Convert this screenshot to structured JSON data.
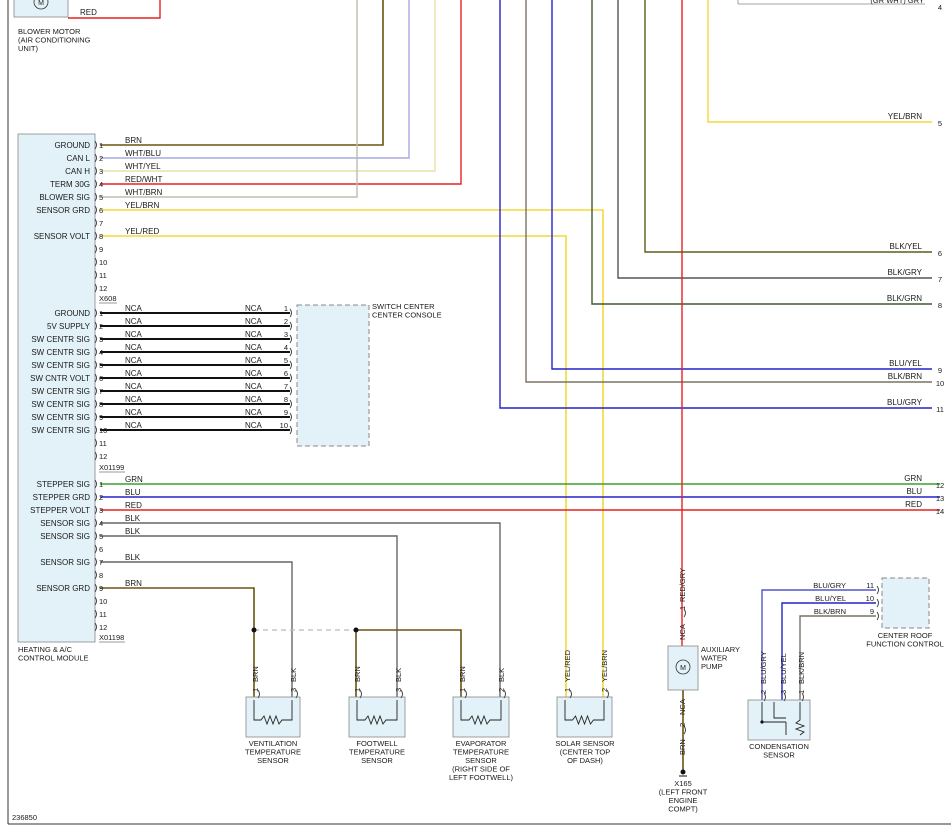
{
  "figure_id": "236850",
  "colors": {
    "brn": "#6b5410",
    "wht": "#bdbdae",
    "wht_blu": "#a8a8e0",
    "wht_yel": "#e6e2a8",
    "red": "#e52222",
    "yel": "#f2d83a",
    "blk": "#111111",
    "gry": "#666666",
    "blk_yel": "#5d5e1a",
    "blk_grn": "#3f5a2b",
    "blu": "#2323cc",
    "grn": "#38a12a",
    "blk_brn": "#7c7266",
    "blu_gry": "#5555cc",
    "module": "#e3f2f8"
  },
  "top": {
    "blower_label_lines": [
      "BLOWER MOTOR",
      "(AIR CONDITIONING",
      "UNIT)"
    ],
    "red_wire_label": "RED",
    "top_right_label": "(GR WHT)   GRY",
    "top_right_pin": "4"
  },
  "module": {
    "name_lines": [
      "HEATING & A/C",
      "CONTROL MODULE"
    ],
    "x608": {
      "name": "X608",
      "rows": [
        {
          "pin": "1",
          "label": "GROUND",
          "wire": "BRN"
        },
        {
          "pin": "2",
          "label": "CAN L",
          "wire": "WHT/BLU"
        },
        {
          "pin": "3",
          "label": "CAN H",
          "wire": "WHT/YEL"
        },
        {
          "pin": "4",
          "label": "TERM 30G",
          "wire": "RED/WHT"
        },
        {
          "pin": "5",
          "label": "BLOWER SIG",
          "wire": "WHT/BRN"
        },
        {
          "pin": "6",
          "label": "SENSOR GRD",
          "wire": "YEL/BRN"
        },
        {
          "pin": "7",
          "label": "",
          "wire": ""
        },
        {
          "pin": "8",
          "label": "SENSOR VOLT",
          "wire": "YEL/RED"
        },
        {
          "pin": "9",
          "label": "",
          "wire": ""
        },
        {
          "pin": "10",
          "label": "",
          "wire": ""
        },
        {
          "pin": "11",
          "label": "",
          "wire": ""
        },
        {
          "pin": "12",
          "label": "",
          "wire": ""
        }
      ]
    },
    "x01199": {
      "name": "X01199",
      "rows": [
        {
          "pin": "1",
          "label": "GROUND",
          "wire": "NCA"
        },
        {
          "pin": "2",
          "label": "5V SUPPLY",
          "wire": "NCA"
        },
        {
          "pin": "3",
          "label": "SW CENTR SIG",
          "wire": "NCA"
        },
        {
          "pin": "4",
          "label": "SW CENTR SIG",
          "wire": "NCA"
        },
        {
          "pin": "5",
          "label": "SW CENTR SIG",
          "wire": "NCA"
        },
        {
          "pin": "6",
          "label": "SW CNTR VOLT",
          "wire": "NCA"
        },
        {
          "pin": "7",
          "label": "SW CENTR SIG",
          "wire": "NCA"
        },
        {
          "pin": "8",
          "label": "SW CENTR SIG",
          "wire": "NCA"
        },
        {
          "pin": "9",
          "label": "SW CENTR SIG",
          "wire": "NCA"
        },
        {
          "pin": "10",
          "label": "SW CENTR SIG",
          "wire": "NCA"
        },
        {
          "pin": "11",
          "label": "",
          "wire": ""
        },
        {
          "pin": "12",
          "label": "",
          "wire": ""
        }
      ]
    },
    "x01198": {
      "name": "X01198",
      "rows": [
        {
          "pin": "1",
          "label": "STEPPER SIG",
          "wire": "GRN"
        },
        {
          "pin": "2",
          "label": "STEPPER GRD",
          "wire": "BLU"
        },
        {
          "pin": "3",
          "label": "STEPPER VOLT",
          "wire": "RED"
        },
        {
          "pin": "4",
          "label": "SENSOR SIG",
          "wire": "BLK"
        },
        {
          "pin": "5",
          "label": "SENSOR SIG",
          "wire": "BLK"
        },
        {
          "pin": "6",
          "label": "",
          "wire": ""
        },
        {
          "pin": "7",
          "label": "SENSOR SIG",
          "wire": "BLK"
        },
        {
          "pin": "8",
          "label": "",
          "wire": ""
        },
        {
          "pin": "9",
          "label": "SENSOR GRD",
          "wire": "BRN"
        },
        {
          "pin": "10",
          "label": "",
          "wire": ""
        },
        {
          "pin": "11",
          "label": "",
          "wire": ""
        },
        {
          "pin": "12",
          "label": "",
          "wire": ""
        }
      ]
    }
  },
  "switch_center": {
    "name_lines": [
      "SWITCH CENTER",
      "CENTER CONSOLE"
    ],
    "wire": "NCA",
    "pins": [
      "1",
      "2",
      "3",
      "4",
      "5",
      "6",
      "7",
      "8",
      "9",
      "10"
    ]
  },
  "right_labels": [
    {
      "wire": "YEL/BRN",
      "num": "5"
    },
    {
      "wire": "BLK/YEL",
      "num": "6"
    },
    {
      "wire": "BLK/GRY",
      "num": "7"
    },
    {
      "wire": "BLK/GRN",
      "num": "8"
    },
    {
      "wire": "BLU/YEL",
      "num": "9"
    },
    {
      "wire": "BLK/BRN",
      "num": "10"
    },
    {
      "wire": "BLU/GRY",
      "num": "11"
    },
    {
      "wire": "GRN",
      "num": "12"
    },
    {
      "wire": "BLU",
      "num": "13"
    },
    {
      "wire": "RED",
      "num": "14"
    }
  ],
  "sensors": {
    "ventilation": {
      "name_lines": [
        "VENTILATION",
        "TEMPERATURE",
        "SENSOR"
      ],
      "pin_a": "1",
      "wire_a": "BRN",
      "pin_b": "3",
      "wire_b": "BLK"
    },
    "footwell": {
      "name_lines": [
        "FOOTWELL",
        "TEMPERATURE",
        "SENSOR"
      ],
      "pin_a": "1",
      "wire_a": "BRN",
      "pin_b": "3",
      "wire_b": "BLK"
    },
    "evaporator": {
      "name_lines": [
        "EVAPORATOR",
        "TEMPERATURE",
        "SENSOR",
        "(RIGHT SIDE OF",
        "LEFT FOOTWELL)"
      ],
      "pin_a": "1",
      "wire_a": "BRN",
      "pin_b": "2",
      "wire_b": "BLK"
    },
    "solar": {
      "name_lines": [
        "SOLAR SENSOR",
        "(CENTER TOP",
        "OF DASH)"
      ],
      "pin_a": "1",
      "wire_a": "YEL/RED",
      "pin_b": "2",
      "wire_b": "YEL/BRN"
    },
    "condensation": {
      "name_lines": [
        "CONDENSATION",
        "SENSOR"
      ],
      "pins": [
        "2",
        "3",
        "1"
      ],
      "wires": [
        "BLU/GRY",
        "BLU/YEL",
        "BLK/BRN"
      ]
    }
  },
  "pump": {
    "name_lines": [
      "AUXILIARY",
      "WATER",
      "PUMP"
    ],
    "pin_top": "1",
    "wire_top": "RED/GRY",
    "nca_top": "NCA",
    "pin_bottom": "2",
    "wire_bottom": "BRN",
    "nca_bottom": "NCA",
    "ground_lines": [
      "X165",
      "(LEFT FRONT",
      "ENGINE",
      "COMPT)"
    ]
  },
  "roof": {
    "name_lines": [
      "CENTER ROOF",
      "FUNCTION CONTROL"
    ],
    "rows": [
      {
        "wire": "BLU/GRY",
        "pin": "11"
      },
      {
        "wire": "BLU/YEL",
        "pin": "10"
      },
      {
        "wire": "BLK/BRN",
        "pin": "9"
      }
    ]
  }
}
